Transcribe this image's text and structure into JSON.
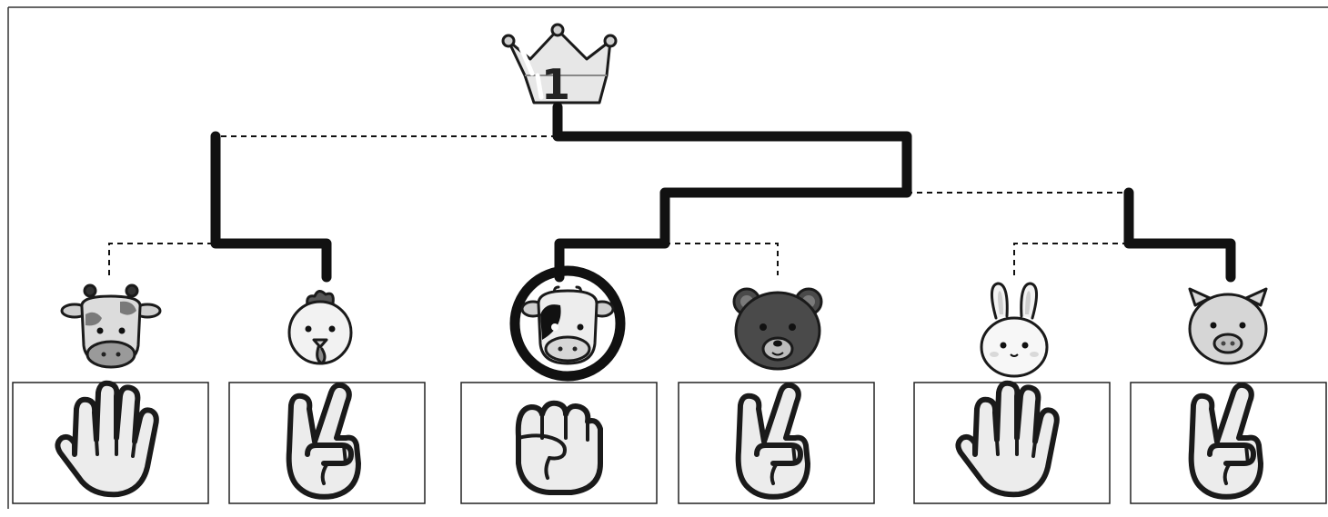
{
  "crown": {
    "rank": "1",
    "icon": "crown-icon"
  },
  "winner": "cow",
  "players": [
    {
      "animal": "giraffe",
      "icon": "giraffe-icon",
      "hand": "paper",
      "hand_icon": "paper-hand-icon"
    },
    {
      "animal": "chicken",
      "icon": "chicken-icon",
      "hand": "scissors",
      "hand_icon": "scissors-hand-icon"
    },
    {
      "animal": "cow",
      "icon": "cow-icon",
      "hand": "rock",
      "hand_icon": "rock-hand-icon"
    },
    {
      "animal": "bear",
      "icon": "bear-icon",
      "hand": "scissors",
      "hand_icon": "scissors-hand-icon"
    },
    {
      "animal": "rabbit",
      "icon": "rabbit-icon",
      "hand": "paper",
      "hand_icon": "paper-hand-icon"
    },
    {
      "animal": "pig",
      "icon": "pig-icon",
      "hand": "scissors",
      "hand_icon": "scissors-hand-icon"
    }
  ],
  "colors": {
    "bracket": "#111111",
    "highlight_ring": "#111111"
  }
}
